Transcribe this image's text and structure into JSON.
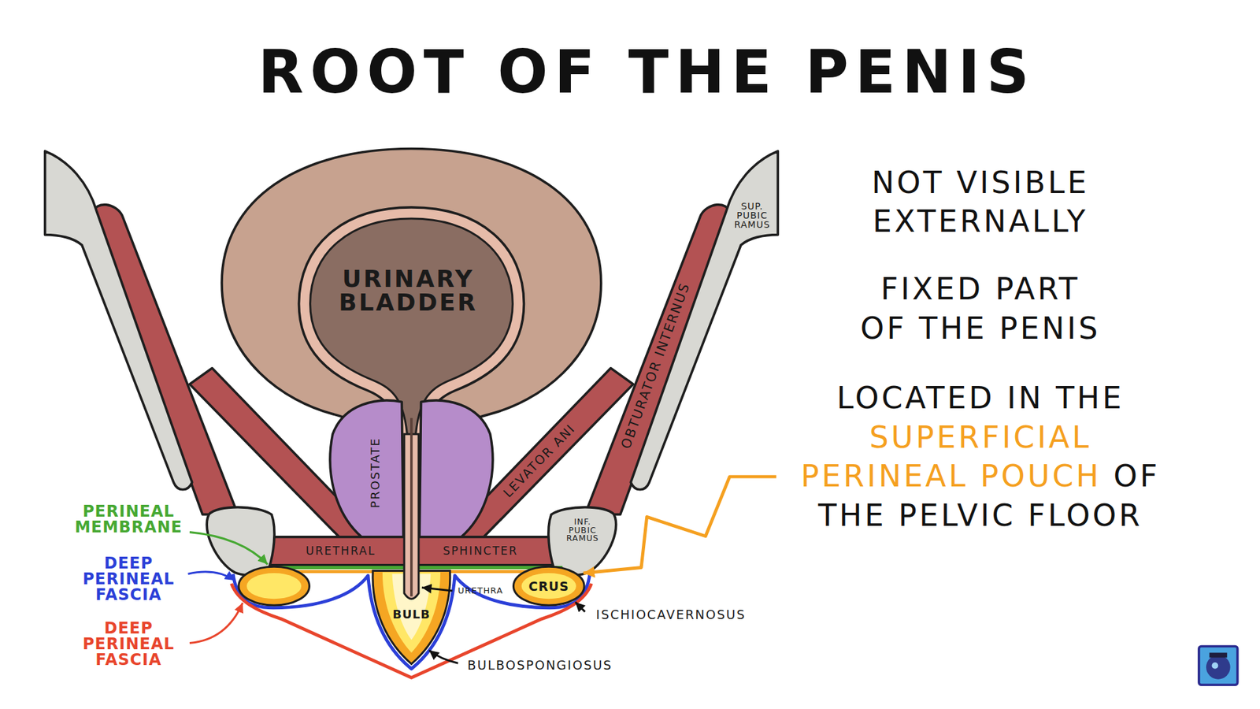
{
  "diagram": {
    "title": "ROOT OF THE PENIS",
    "labels": [
      "NOT VISIBLE EXTERNALLY",
      "FIXED PART OF THE PENIS",
      "LOCATED IN THE",
      "SUPERFICIAL PERINEAL POUCH",
      "OF THE PELVIC FLOOR",
      "URINARY BLADDER",
      "PROSTATE",
      "LEVATOR ANI",
      "OBTURATOR INTERNUS",
      "SUP. PUBIC RAMUS",
      "INF. PUBIC RAMUS",
      "URETHRAL",
      "SPHINCTER",
      "PERINEAL MEMBRANE",
      "DEEP PERINEAL FASCIA",
      "DEEP PERINEAL FASCIA",
      "URETHRA",
      "BULB",
      "CRUS",
      "ISCHIOCAVERNOSUS",
      "BULBOSPONGIOSUS"
    ]
  }
}
